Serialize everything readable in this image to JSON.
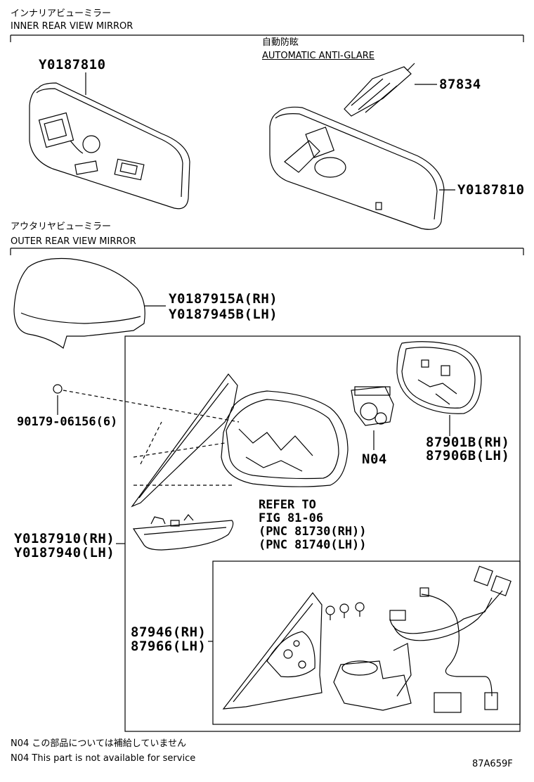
{
  "sections": {
    "inner": {
      "title_jp": "インナリアビューミラー",
      "title_en": "INNER REAR VIEW MIRROR"
    },
    "outer": {
      "title_jp": "アウタリヤビューミラー",
      "title_en": "OUTER REAR VIEW MIRROR"
    }
  },
  "inner_parts": {
    "mirror_left": "Y0187810",
    "auto_jp": "自動防眩",
    "auto_en": "AUTOMATIC ANTI-GLARE",
    "cover": "87834",
    "mirror_right": "Y0187810"
  },
  "outer_parts": {
    "cap_rh": "Y0187915A(RH)",
    "cap_lh": "Y0187945B(LH)",
    "clip": "90179-06156(6)",
    "glass_rh": "87901B(RH)",
    "glass_lh": "87906B(LH)",
    "motor": "N04",
    "refer_1": "REFER TO",
    "refer_2": "FIG 81-06",
    "refer_3": "(PNC 81730(RH))",
    "refer_4": "(PNC 81740(LH))",
    "assy_rh": "Y0187910(RH)",
    "assy_lh": "Y0187940(LH)",
    "sub_rh": "87946(RH)",
    "sub_lh": "87966(LH)"
  },
  "notes": {
    "jp": "N04 この部品については補給していません",
    "en": "N04 This part is not available for service"
  },
  "figure_id": "87A659F"
}
